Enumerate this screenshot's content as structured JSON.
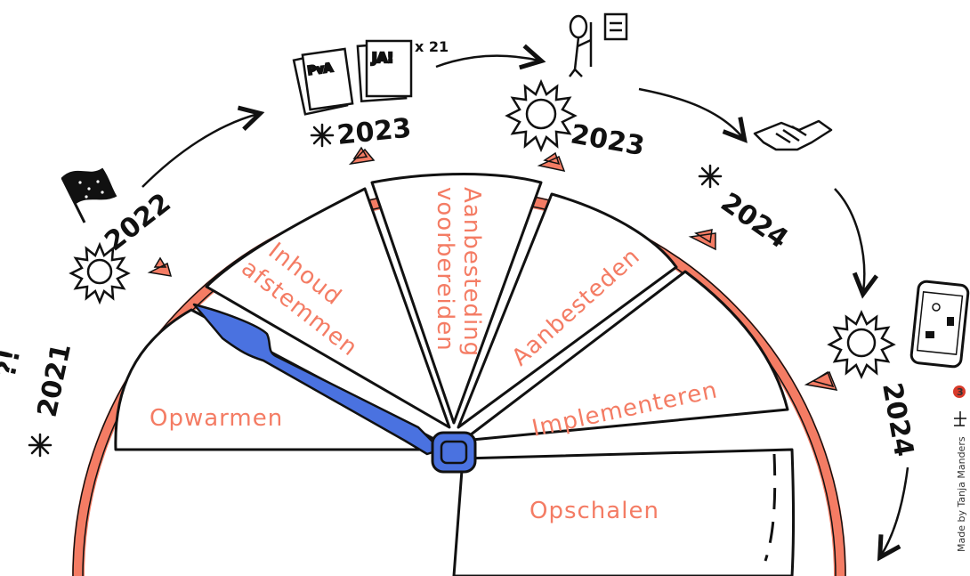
{
  "colors": {
    "phase_text": "#f47c64",
    "timeline_band": "#f47c64",
    "needle": "#4a72e0",
    "ink": "#111111"
  },
  "phases": [
    {
      "id": "opwarmen",
      "label": "Opwarmen"
    },
    {
      "id": "inhoud-afstemmen",
      "label_line1": "Inhoud",
      "label_line2": "afstemmen"
    },
    {
      "id": "aanbesteding-voorbereiden",
      "label_line1": "Aanbesteding",
      "label_line2": "voorbereiden"
    },
    {
      "id": "aanbesteden",
      "label": "Aanbesteden"
    },
    {
      "id": "implementeren",
      "label": "Implementeren"
    },
    {
      "id": "opschalen",
      "label": "Opschalen"
    }
  ],
  "timeline": [
    {
      "season": "winter",
      "year": "2021",
      "prefix": "?!"
    },
    {
      "season": "summer",
      "year": "2022"
    },
    {
      "season": "winter",
      "year": "2023"
    },
    {
      "season": "summer",
      "year": "2023"
    },
    {
      "season": "winter",
      "year": "2024"
    },
    {
      "season": "summer",
      "year": "2024"
    }
  ],
  "icons": {
    "flag": "flag-icon",
    "documents": "documents-icon",
    "documents_note": "x 21",
    "doc_label_1": "PvA",
    "doc_label_2": "JA!",
    "presenter": "presenter-icon",
    "handshake": "handshake-icon",
    "phone": "phone-icon"
  },
  "credit": {
    "text": "Made by Tanja Manders",
    "logo_number": "3"
  }
}
